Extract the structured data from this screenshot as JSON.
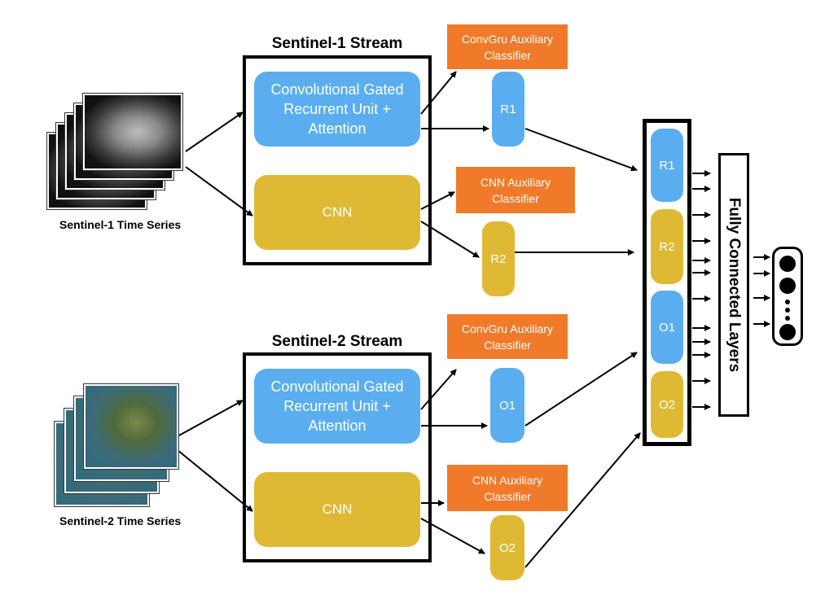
{
  "streams": [
    {
      "title": "Sentinel-1 Stream",
      "input_label": "Sentinel-1 Time Series",
      "rnn_block": "Convolutional Gated Recurrent Unit + Attention",
      "cnn_block": "CNN",
      "rnn_aux": "ConvGru Auxiliary Classifier",
      "cnn_aux": "CNN Auxiliary Classifier",
      "rnn_out": "R1",
      "cnn_out": "R2"
    },
    {
      "title": "Sentinel-2 Stream",
      "input_label": "Sentinel-2 Time Series",
      "rnn_block": "Convolutional Gated Recurrent Unit + Attention",
      "cnn_block": "CNN",
      "rnn_aux": "ConvGru Auxiliary Classifier",
      "cnn_aux": "CNN Auxiliary Classifier",
      "rnn_out": "O1",
      "cnn_out": "O2"
    }
  ],
  "concat": [
    "R1",
    "R2",
    "O1",
    "O2"
  ],
  "fc_label": "Fully Connected Layers",
  "colors": {
    "blue": "#5aaef0",
    "yellow": "#e0b934",
    "orange": "#f07a2a",
    "border": "#000000"
  }
}
